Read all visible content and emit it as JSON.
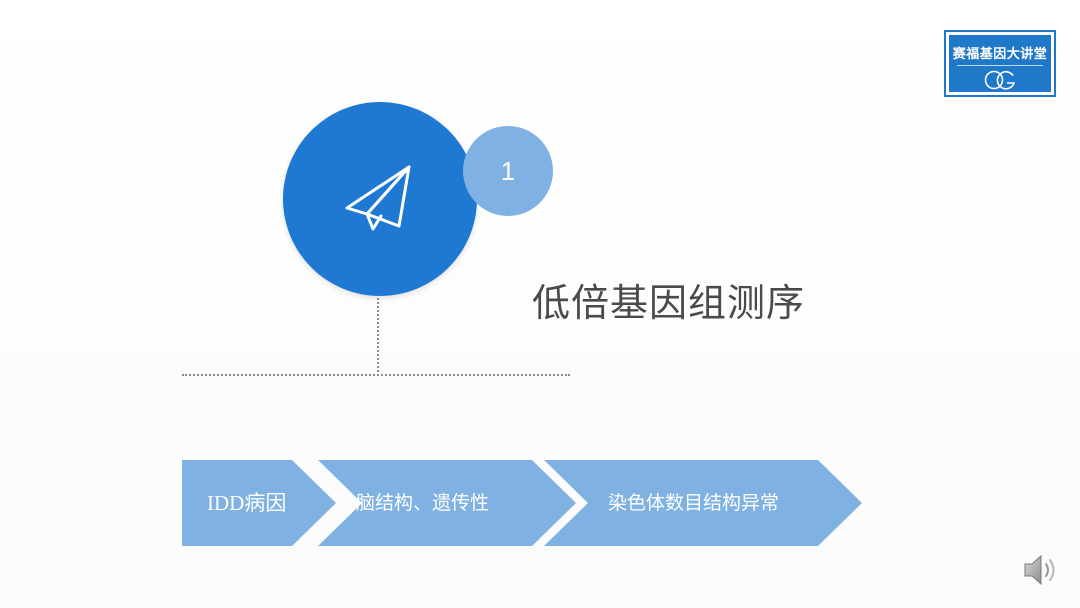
{
  "logo": {
    "text": "赛福基因大讲堂",
    "mark_text": "CG"
  },
  "section": {
    "number": "1",
    "title": "低倍基因组测序"
  },
  "flow": {
    "steps": [
      {
        "label": "IDD病因"
      },
      {
        "label": "脑结构、遗传性"
      },
      {
        "label": "染色体数目结构异常"
      }
    ]
  },
  "colors": {
    "primary_blue": "#1f78d1",
    "light_blue": "#7fb2e2",
    "chevron_blue": "#7fb2e2",
    "title_gray": "#4a4a4a"
  },
  "icons": {
    "center": "paper-plane-icon",
    "corner": "speaker-icon"
  }
}
